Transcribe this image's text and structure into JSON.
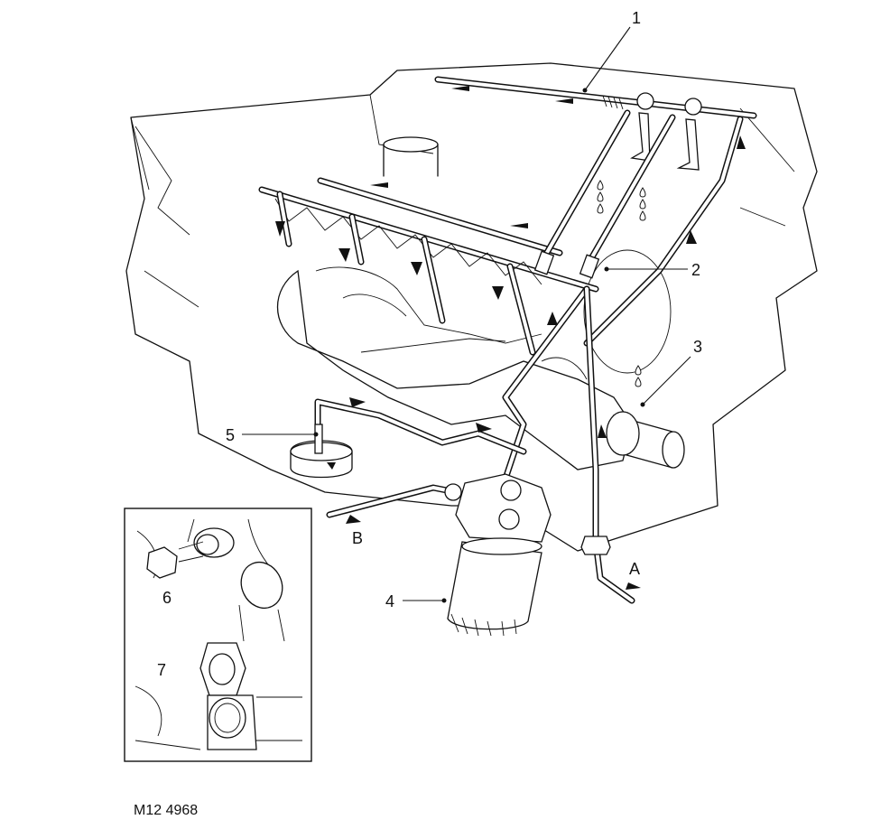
{
  "figure": {
    "reference_code": "M12 4968",
    "callouts": [
      {
        "id": "1",
        "label": "1"
      },
      {
        "id": "2",
        "label": "2"
      },
      {
        "id": "3",
        "label": "3"
      },
      {
        "id": "4",
        "label": "4"
      },
      {
        "id": "5",
        "label": "5"
      },
      {
        "id": "6",
        "label": "6"
      },
      {
        "id": "7",
        "label": "7"
      }
    ],
    "flow_labels": [
      {
        "id": "A",
        "label": "A"
      },
      {
        "id": "B",
        "label": "B"
      }
    ],
    "colors": {
      "line": "#111111",
      "background": "#ffffff"
    }
  }
}
